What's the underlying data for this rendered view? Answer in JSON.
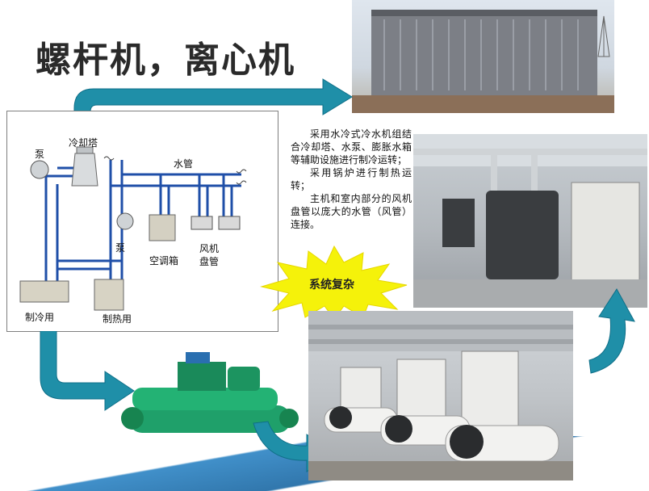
{
  "slide": {
    "title": "螺杆机，离心机"
  },
  "schematic": {
    "labels": {
      "pump_left": "泵",
      "cooling_tower": "冷却塔",
      "water_pipe": "水管",
      "pump_mid": "泵",
      "ahu": "空调箱",
      "fan_coil": "风机\n盘管",
      "cooling_use": "制冷用",
      "heating_use": "制热用"
    }
  },
  "description": {
    "para1": "采用水冷式冷水机组结合冷却塔、水泵、膨胀水箱等辅助设施进行制冷运转；",
    "para2": "采用锅炉进行制热运转；",
    "para3": "主机和室内部分的风机盘管以庞大的水管（风管）连接。"
  },
  "callout": {
    "label": "系统复杂"
  },
  "colors": {
    "arrow": "#1f8fa8",
    "pipe": "#1f4fa8",
    "burst": "#f5f20a",
    "band": "#1f7cc0"
  }
}
